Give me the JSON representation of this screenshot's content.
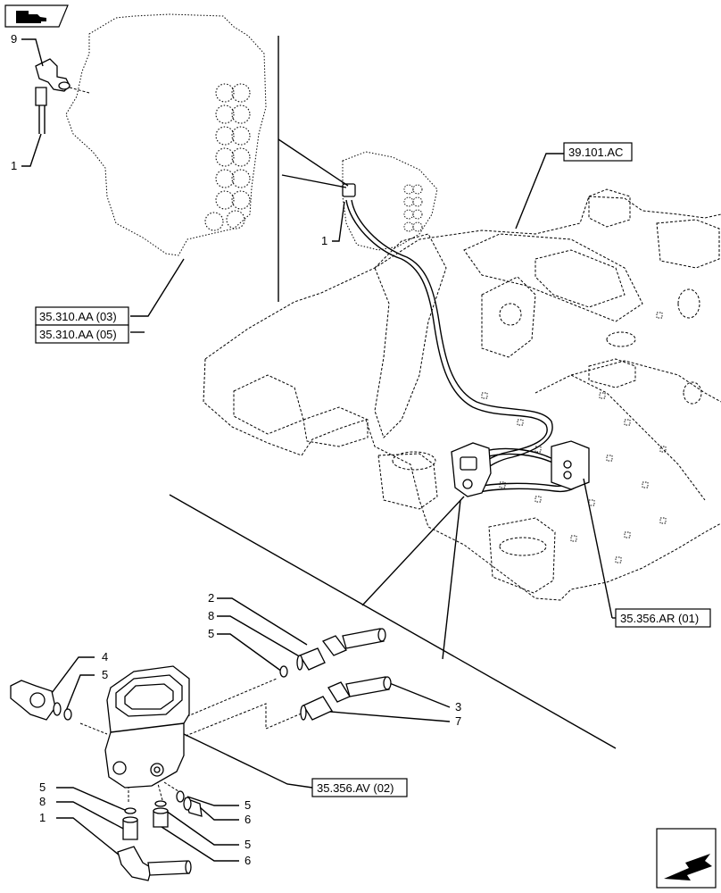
{
  "callouts": [
    "9",
    "1",
    "1",
    "2",
    "8",
    "5",
    "4",
    "5",
    "3",
    "7",
    "5",
    "8",
    "1",
    "5",
    "6",
    "5",
    "6"
  ],
  "references": [
    "39.101.AC",
    "35.310.AA (03)",
    "35.310.AA (05)",
    "35.356.AR (01)",
    "35.356.AV (02)"
  ],
  "icons": {
    "top_left": "hydraulic-hand-icon",
    "bottom_right": "previous-page-arrow-icon"
  }
}
